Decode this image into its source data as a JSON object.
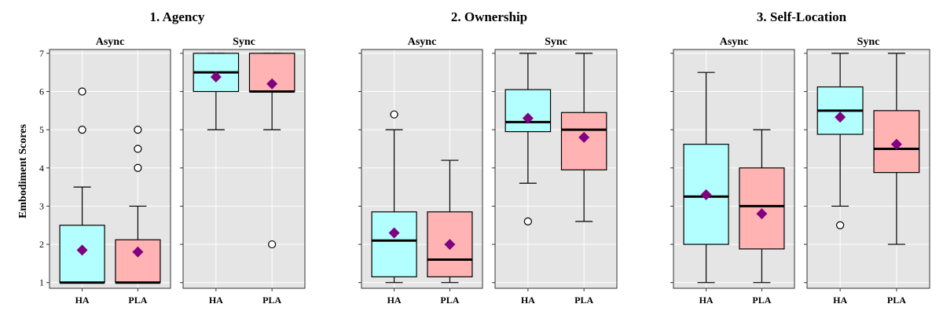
{
  "chart_data": {
    "type": "boxplot",
    "ylabel": "Embodiment Scores",
    "ylim": [
      0.85,
      7.1
    ],
    "yticks": [
      1,
      2,
      3,
      4,
      5,
      6,
      7
    ],
    "grid": true,
    "categories": [
      "HA",
      "PLA"
    ],
    "colors": {
      "HA": "#b3ffff",
      "PLA": "#ffb3b3",
      "mean_marker": "#800080",
      "panel_bg": "#e5e5e5"
    },
    "groups": [
      {
        "title": "1. Agency",
        "panels": [
          {
            "title": "Async",
            "boxes": [
              {
                "category": "HA",
                "min": 1,
                "q1": 1,
                "median": 1,
                "q3": 2.5,
                "max": 3.5,
                "mean": 1.85,
                "outliers": [
                  5,
                  6
                ]
              },
              {
                "category": "PLA",
                "min": 1,
                "q1": 1,
                "median": 1,
                "q3": 2.12,
                "max": 3,
                "mean": 1.8,
                "outliers": [
                  4,
                  4.5,
                  5
                ]
              }
            ]
          },
          {
            "title": "Sync",
            "boxes": [
              {
                "category": "HA",
                "min": 5,
                "q1": 6,
                "median": 6.5,
                "q3": 7,
                "max": 7,
                "mean": 6.38,
                "outliers": []
              },
              {
                "category": "PLA",
                "min": 5,
                "q1": 6,
                "median": 6,
                "q3": 7,
                "max": 7,
                "mean": 6.2,
                "outliers": [
                  2
                ]
              }
            ]
          }
        ]
      },
      {
        "title": "2. Ownership",
        "panels": [
          {
            "title": "Async",
            "boxes": [
              {
                "category": "HA",
                "min": 1,
                "q1": 1.15,
                "median": 2.1,
                "q3": 2.85,
                "max": 5,
                "mean": 2.3,
                "outliers": [
                  5.4
                ]
              },
              {
                "category": "PLA",
                "min": 1,
                "q1": 1.15,
                "median": 1.6,
                "q3": 2.85,
                "max": 4.2,
                "mean": 2.0,
                "outliers": []
              }
            ]
          },
          {
            "title": "Sync",
            "boxes": [
              {
                "category": "HA",
                "min": 3.6,
                "q1": 4.95,
                "median": 5.2,
                "q3": 6.05,
                "max": 7,
                "mean": 5.3,
                "outliers": [
                  2.6
                ]
              },
              {
                "category": "PLA",
                "min": 2.6,
                "q1": 3.95,
                "median": 5.0,
                "q3": 5.45,
                "max": 7,
                "mean": 4.8,
                "outliers": []
              }
            ]
          }
        ]
      },
      {
        "title": "3. Self-Location",
        "panels": [
          {
            "title": "Async",
            "boxes": [
              {
                "category": "HA",
                "min": 1,
                "q1": 2,
                "median": 3.25,
                "q3": 4.62,
                "max": 6.5,
                "mean": 3.3,
                "outliers": []
              },
              {
                "category": "PLA",
                "min": 1,
                "q1": 1.88,
                "median": 3,
                "q3": 4,
                "max": 5,
                "mean": 2.8,
                "outliers": []
              }
            ]
          },
          {
            "title": "Sync",
            "boxes": [
              {
                "category": "HA",
                "min": 3,
                "q1": 4.88,
                "median": 5.5,
                "q3": 6.12,
                "max": 7,
                "mean": 5.33,
                "outliers": [
                  2.5
                ]
              },
              {
                "category": "PLA",
                "min": 2,
                "q1": 3.88,
                "median": 4.5,
                "q3": 5.5,
                "max": 7,
                "mean": 4.62,
                "outliers": []
              }
            ]
          }
        ]
      }
    ]
  }
}
